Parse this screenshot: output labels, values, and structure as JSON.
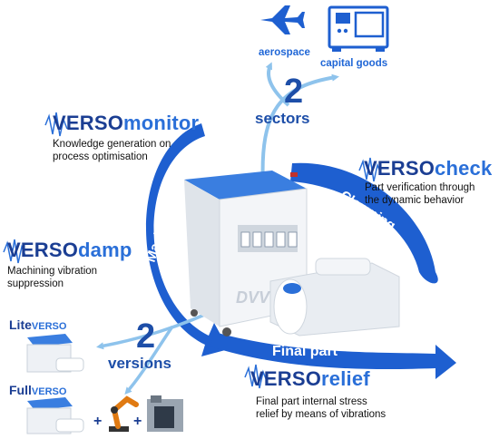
{
  "sectors": {
    "count": "2",
    "label": "sectors",
    "items": [
      {
        "label": "aerospace",
        "icon": "airplane-icon"
      },
      {
        "label": "capital goods",
        "icon": "machine-tool-icon"
      }
    ]
  },
  "cycle": {
    "machining": "Machining",
    "clamping": "Clamping",
    "final_part": "Final part"
  },
  "products": {
    "monitor": {
      "brand": "VERSO",
      "suffix": "monitor",
      "desc_line1": "Knowledge generation on",
      "desc_line2": "process optimisation"
    },
    "check": {
      "brand": "VERSO",
      "suffix": "check",
      "desc_line1": "Part verification through",
      "desc_line2": "the dynamic behavior"
    },
    "damp": {
      "brand": "VERSO",
      "suffix": "damp",
      "desc_line1": "Machining vibration",
      "desc_line2": "suppression"
    },
    "relief": {
      "brand": "VERSO",
      "suffix": "relief",
      "desc_line1": "Final part internal stress",
      "desc_line2": "relief by means of vibrations"
    }
  },
  "versions": {
    "count": "2",
    "label": "versions",
    "lite": {
      "prefix": "Lite",
      "brand": "VERSO"
    },
    "full": {
      "prefix": "Full",
      "brand": "VERSO"
    },
    "plus": "+"
  },
  "device": {
    "panel_text": "DVV"
  },
  "colors": {
    "brand_blue": "#2a6fd8",
    "brand_dark": "#1b3e93",
    "arrow_blue": "#1e5fd0",
    "light_arrow": "#8ec3ec",
    "cabinet_top": "#3a7ee0"
  }
}
